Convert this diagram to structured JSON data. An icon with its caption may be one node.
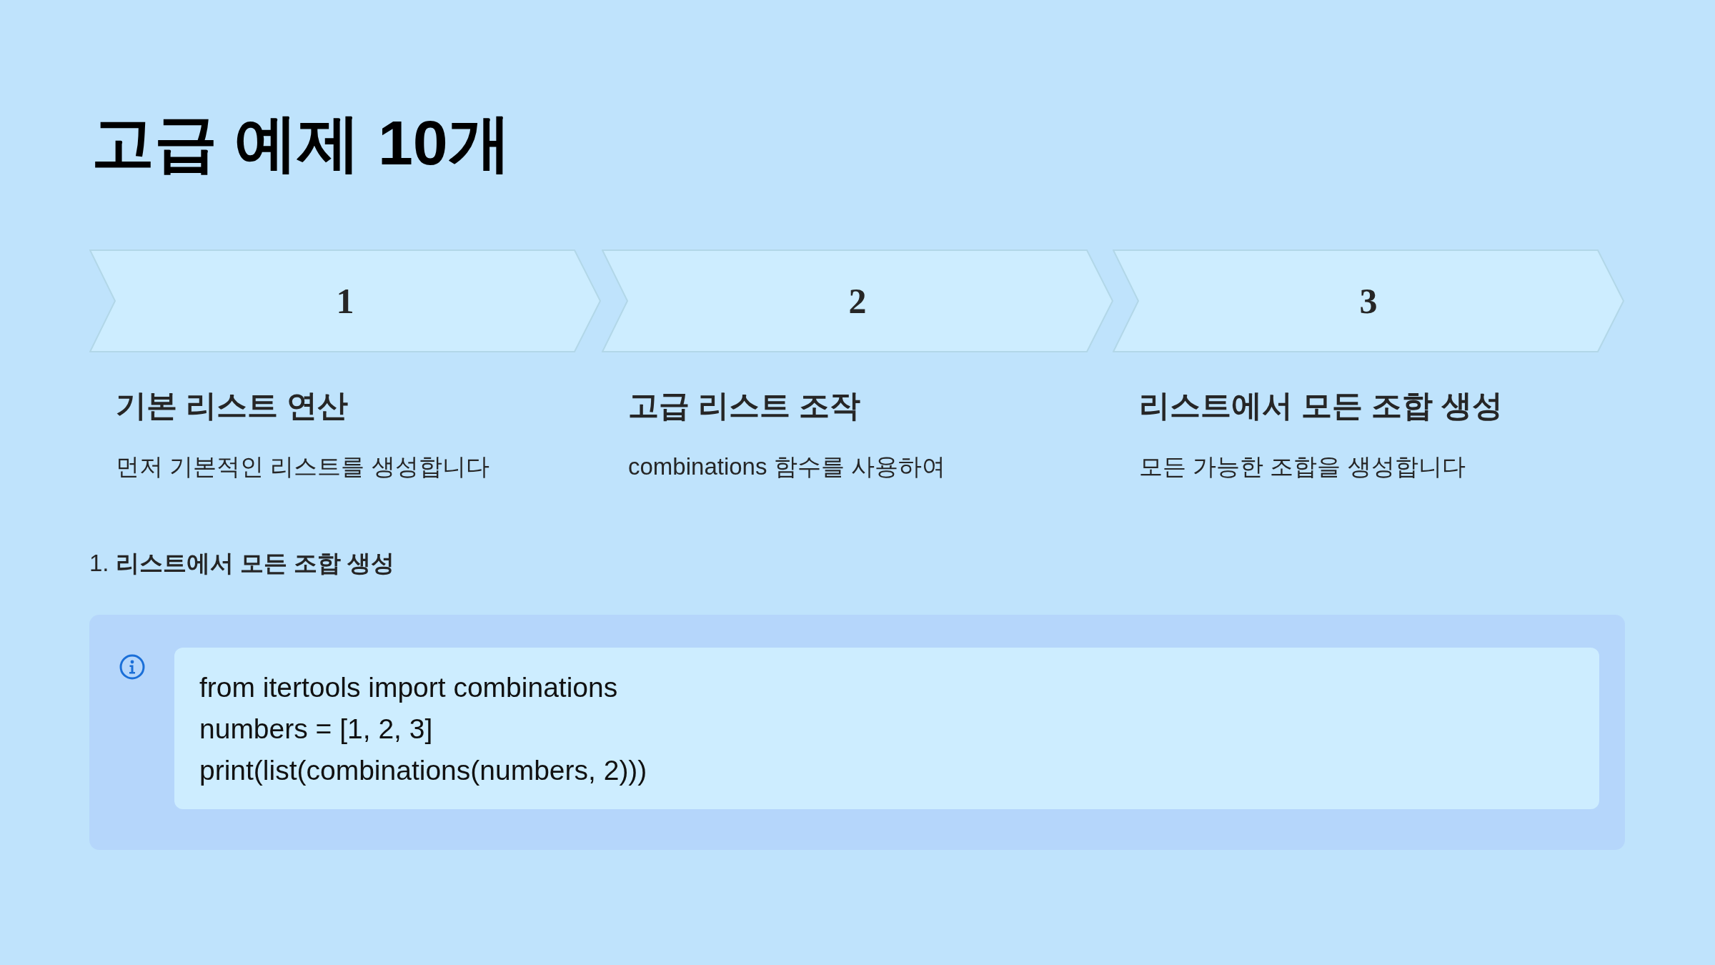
{
  "diagram": {
    "title": "고급 예제 10개",
    "nodes": [
      {
        "text": [
          "1"
        ],
        "beside": [
          "기본 리스트 연산",
          "먼저 기본적인 리스트를 생성합니다"
        ]
      },
      {
        "text": [
          "2"
        ],
        "beside": [
          "고급 리스트 조작",
          "combinations 함수를 사용하여"
        ]
      },
      {
        "text": [
          "3"
        ],
        "beside": [
          "리스트에서 모든 조합 생성",
          "모든 가능한 조합을 생성합니다"
        ]
      },
      {
        "text": [],
        "shape": "box"
      },
      {
        "text": [
          "from itertools import combinations",
          "numbers = [1, 2, 3]",
          "print(list(combinations(numbers, 2)))"
        ],
        "in": 3
      }
    ],
    "labels": [
      "1. **리스트에서 모든 조합 생성**"
    ]
  }
}
